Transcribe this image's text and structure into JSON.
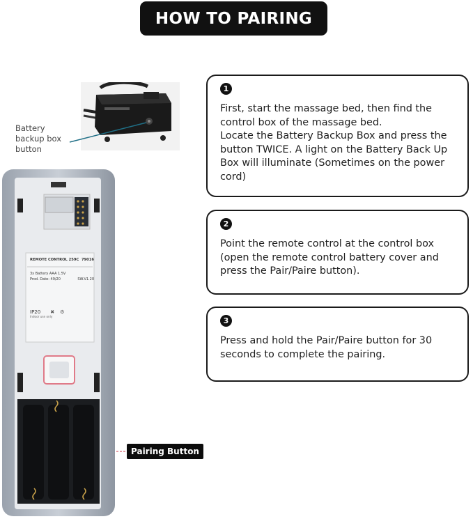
{
  "title": "HOW TO PAIRING",
  "steps": [
    {
      "number": "1",
      "text": "First, start the massage bed, then find the control box of the massage bed.\nLocate the Battery Backup Box and press the button TWICE. A light on the Battery Back Up Box will illuminate (Sometimes on the power cord)"
    },
    {
      "number": "2",
      "text": "Point the remote control at the control box (open the remote control battery cover and press the Pair/Paire button)."
    },
    {
      "number": "3",
      "text": "Press and hold the Pair/Paire button for 30 seconds to complete the pairing."
    }
  ],
  "callouts": {
    "battery_box": "Battery\nbackup box\nbutton",
    "pairing_button": "Pairing Button"
  },
  "remote_label": {
    "model": "REMOTE CONTROL 259C",
    "code": "79016",
    "battery": "3x Battery AAA 1.5V",
    "prod_date": "Prod. Date: 49/20",
    "sw": "SW.V1.20",
    "ip": "IP20",
    "indoor": "Indoor use only"
  },
  "colors": {
    "banner_bg": "#111111",
    "callout_line": "#1f6f86",
    "pair_line": "#cc3344"
  }
}
